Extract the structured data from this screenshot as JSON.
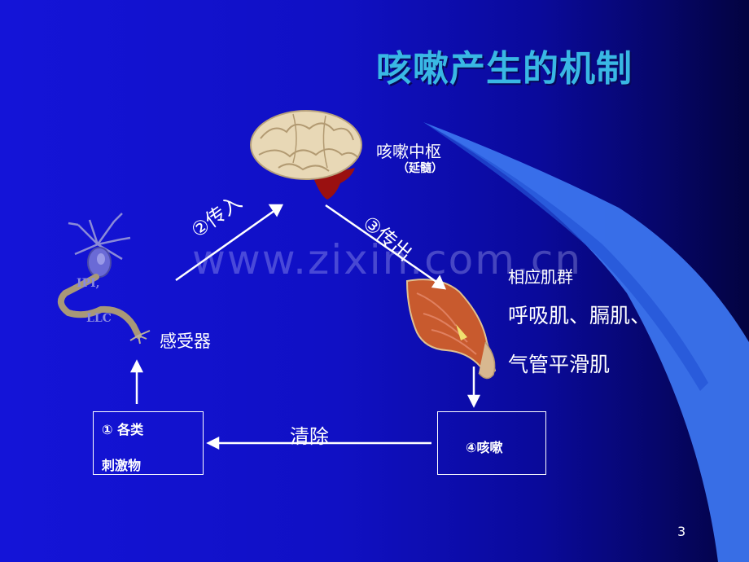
{
  "title": "咳嗽产生的机制",
  "center": {
    "label": "咳嗽中枢",
    "sub": "（延髓）"
  },
  "afferent_label": "②传入",
  "efferent_label": "③传出",
  "receptor_label": "感受器",
  "neuron_labels": [
    "IPI,",
    "LLC"
  ],
  "muscles": {
    "label": "相应肌群",
    "line1": "呼吸肌、膈肌、",
    "line2": "气管平滑肌"
  },
  "stimulus": {
    "line1": "①  各类",
    "line2": "刺激物"
  },
  "cough": "④咳嗽",
  "clear_label": "清除",
  "page_number": "3",
  "watermark": "www.zixin.com.cn",
  "colors": {
    "background": "#1212c8",
    "title": "#39b8e4",
    "accent_panel": "#3b74ee"
  }
}
